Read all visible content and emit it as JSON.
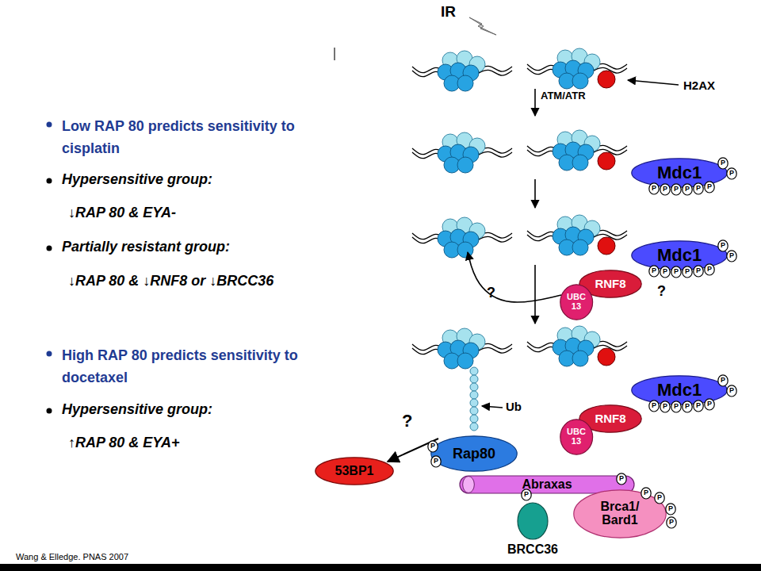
{
  "diagram": {
    "nodes": [
      {
        "text": [
          "Mdc1"
        ]
      },
      {
        "text": [
          "P"
        ]
      },
      {
        "text": [
          "P"
        ]
      },
      {
        "text": [
          "P"
        ]
      },
      {
        "text": [
          "P"
        ]
      },
      {
        "text": [
          "P"
        ]
      },
      {
        "text": [
          "P"
        ]
      },
      {
        "text": [
          "P"
        ]
      },
      {
        "text": [
          "P"
        ]
      },
      {
        "text": [
          "Mdc1"
        ]
      },
      {
        "text": [
          "P"
        ]
      },
      {
        "text": [
          "P"
        ]
      },
      {
        "text": [
          "P"
        ]
      },
      {
        "text": [
          "P"
        ]
      },
      {
        "text": [
          "P"
        ]
      },
      {
        "text": [
          "P"
        ]
      },
      {
        "text": [
          "P"
        ]
      },
      {
        "text": [
          "P"
        ]
      },
      {
        "text": [
          "RNF8"
        ]
      },
      {
        "text": [
          "UBC 13"
        ]
      },
      {
        "text": [
          "Mdc1"
        ]
      },
      {
        "text": [
          "P"
        ]
      },
      {
        "text": [
          "P"
        ]
      },
      {
        "text": [
          "P"
        ]
      },
      {
        "text": [
          "P"
        ]
      },
      {
        "text": [
          "P"
        ]
      },
      {
        "text": [
          "P"
        ]
      },
      {
        "text": [
          "P"
        ]
      },
      {
        "text": [
          "P"
        ]
      },
      {
        "text": [
          "RNF8"
        ]
      },
      {
        "text": [
          "UBC 13"
        ]
      },
      {
        "text": [
          "53BP1"
        ]
      },
      {
        "text": [
          "Rap80"
        ]
      },
      {
        "text": [
          "P"
        ]
      },
      {
        "text": [
          "P"
        ]
      },
      {
        "text": [
          "Abraxas"
        ]
      },
      {
        "text": [
          "P"
        ]
      },
      {
        "text": [
          "P"
        ]
      },
      {
        "text": [
          "Brca1/ Bard1"
        ]
      },
      {
        "text": [
          "P"
        ]
      },
      {
        "text": [
          "P"
        ]
      },
      {
        "text": [
          "P"
        ]
      },
      {
        "text": [
          "P"
        ]
      },
      {
        "text": [
          "BRCC36"
        ]
      }
    ],
    "edges": [
      {
        "from": 32,
        "to": 31,
        "arrow": "to",
        "label": "?"
      }
    ],
    "labels": [
      "Low RAP 80 predicts sensitivity to cisplatin",
      "Hypersensitive group:",
      "↓RAP 80 & EYA-",
      "Partially resistant group:",
      "↓RAP 80 & ↓RNF8 or ↓BRCC36",
      "High RAP 80 predicts sensitivity to docetaxel",
      "Hypersensitive group:",
      "↑RAP 80 & EYA+",
      "IR",
      "ATM/ATR",
      "H2AX",
      "?",
      "?",
      "Ub",
      "Wang & Elledge. PNAS 2007"
    ]
  }
}
